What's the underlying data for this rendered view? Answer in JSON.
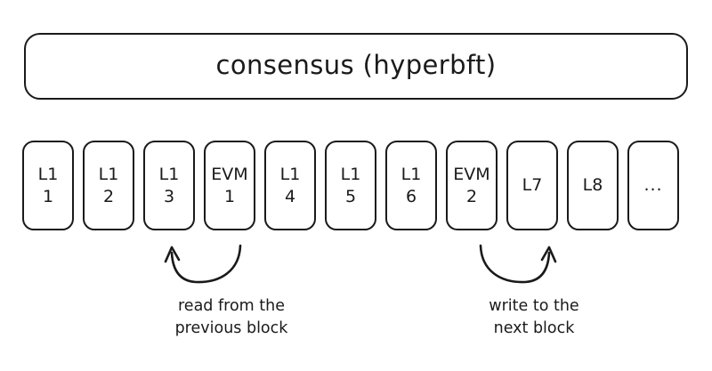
{
  "banner": {
    "label": "consensus (hyperbft)"
  },
  "blocks": [
    {
      "name": "block-l1-1",
      "primary": "L1",
      "secondary": "1"
    },
    {
      "name": "block-l1-2",
      "primary": "L1",
      "secondary": "2"
    },
    {
      "name": "block-l1-3",
      "primary": "L1",
      "secondary": "3"
    },
    {
      "name": "block-evm-1",
      "primary": "EVM",
      "secondary": "1"
    },
    {
      "name": "block-l1-4",
      "primary": "L1",
      "secondary": "4"
    },
    {
      "name": "block-l1-5",
      "primary": "L1",
      "secondary": "5"
    },
    {
      "name": "block-l1-6",
      "primary": "L1",
      "secondary": "6"
    },
    {
      "name": "block-evm-2",
      "primary": "EVM",
      "secondary": "2"
    },
    {
      "name": "block-l7",
      "primary": "L7",
      "secondary": ""
    },
    {
      "name": "block-l8",
      "primary": "L8",
      "secondary": ""
    },
    {
      "name": "block-more",
      "primary": "...",
      "secondary": ""
    }
  ],
  "annotations": {
    "read": {
      "line1": "read from the",
      "line2": "previous block",
      "arrow_direction": "up-left",
      "target_block": "block-l1-3"
    },
    "write": {
      "line1": "write to the",
      "line2": "next block",
      "arrow_direction": "up-right",
      "target_block": "block-l7"
    }
  },
  "colors": {
    "stroke": "#1a1a1a",
    "background": "#ffffff"
  }
}
